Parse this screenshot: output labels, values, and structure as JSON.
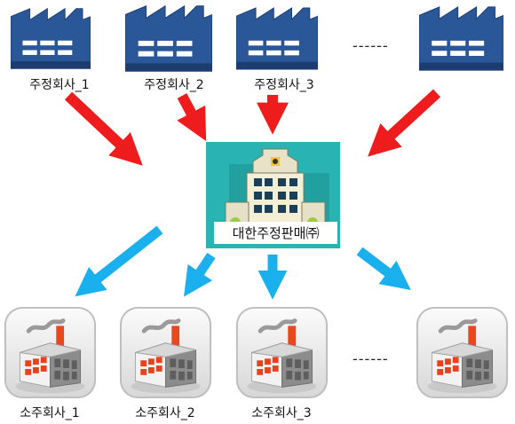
{
  "suppliers": [
    {
      "label": "주정회사_1"
    },
    {
      "label": "주정회사_2"
    },
    {
      "label": "주정회사_3"
    },
    {
      "label": ""
    }
  ],
  "supplier_ellipsis": "------",
  "center": {
    "label": "대한주정판매㈜"
  },
  "consumers": [
    {
      "label": "소주회사_1"
    },
    {
      "label": "소주회사_2"
    },
    {
      "label": "소주회사_3"
    },
    {
      "label": ""
    }
  ],
  "consumer_ellipsis": "------",
  "colors": {
    "supply_arrow": "#ee1c1c",
    "distribute_arrow": "#1ab0ee",
    "factory_blue": "#274f8f",
    "center_bg": "#2ab3b3",
    "chimney": "#e8481e"
  },
  "icons": {
    "supplier": "factory-icon",
    "center": "office-building-icon",
    "consumer": "distillery-icon"
  }
}
